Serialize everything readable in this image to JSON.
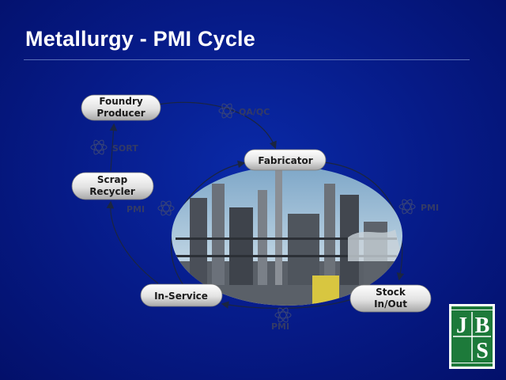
{
  "title": "Metallurgy - PMI Cycle",
  "nodes": {
    "foundry": [
      "Foundry",
      "Producer"
    ],
    "scrap": [
      "Scrap",
      "Recycler"
    ],
    "fabricator": "Fabricator",
    "in_service": "In-Service",
    "stock": [
      "Stock",
      "In/Out"
    ]
  },
  "labels": {
    "qa_qc": "QA/QC",
    "sort": "SORT",
    "pmi_left": "PMI",
    "pmi_right": "PMI",
    "pmi_bottom": "PMI"
  },
  "logo": {
    "letters": [
      "J",
      "B",
      "S"
    ],
    "top_text": "",
    "bottom_text": ""
  },
  "colors": {
    "background": "#061a86",
    "title": "#ffffff",
    "pill": "#e6e6e6",
    "logo_green": "#1d7a3a"
  }
}
